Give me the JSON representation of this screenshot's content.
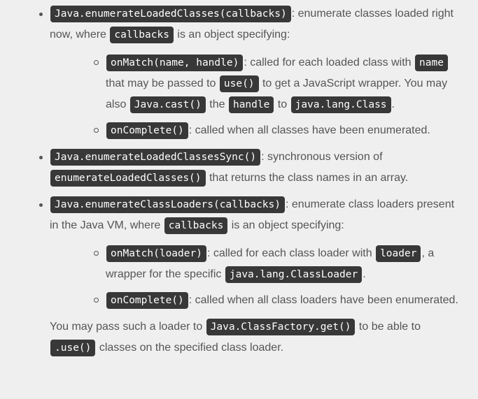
{
  "items": [
    {
      "segments": [
        {
          "c": "Java.enumerateLoadedClasses(callbacks)"
        },
        {
          "t": ": enumerate classes loaded right now, where "
        },
        {
          "c": "callbacks"
        },
        {
          "t": " is an object specifying:"
        }
      ],
      "sub": [
        {
          "segments": [
            {
              "c": "onMatch(name, handle)"
            },
            {
              "t": ": called for each loaded class with "
            },
            {
              "c": "name"
            },
            {
              "t": " that may be passed to "
            },
            {
              "c": "use()"
            },
            {
              "t": " to get a JavaScript wrapper. You may also "
            },
            {
              "c": "Java.cast()"
            },
            {
              "t": " the "
            },
            {
              "c": "handle"
            },
            {
              "t": " to "
            },
            {
              "c": "java.lang.Class"
            },
            {
              "t": "."
            }
          ]
        },
        {
          "segments": [
            {
              "c": "onComplete()"
            },
            {
              "t": ": called when all classes have been enumerated."
            }
          ]
        }
      ]
    },
    {
      "segments": [
        {
          "c": "Java.enumerateLoadedClassesSync()"
        },
        {
          "t": ": synchronous version of "
        },
        {
          "c": "enumerateLoadedClasses()"
        },
        {
          "t": " that returns the class names in an array."
        }
      ],
      "sub": []
    },
    {
      "segments": [
        {
          "c": "Java.enumerateClassLoaders(callbacks)"
        },
        {
          "t": ": enumerate class loaders present in the Java VM, where "
        },
        {
          "c": "callbacks"
        },
        {
          "t": " is an object specifying:"
        }
      ],
      "sub": [
        {
          "segments": [
            {
              "c": "onMatch(loader)"
            },
            {
              "t": ": called for each class loader with "
            },
            {
              "c": "loader"
            },
            {
              "t": ", a wrapper for the specific "
            },
            {
              "c": "java.lang.ClassLoader"
            },
            {
              "t": "."
            }
          ]
        },
        {
          "segments": [
            {
              "c": "onComplete()"
            },
            {
              "t": ": called when all class loaders have been enumerated."
            }
          ]
        }
      ],
      "after": [
        {
          "t": "You may pass such a loader to "
        },
        {
          "c": "Java.ClassFactory.get()"
        },
        {
          "t": " to be able to "
        },
        {
          "c": ".use()"
        },
        {
          "t": " classes on the specified class loader."
        }
      ]
    }
  ]
}
